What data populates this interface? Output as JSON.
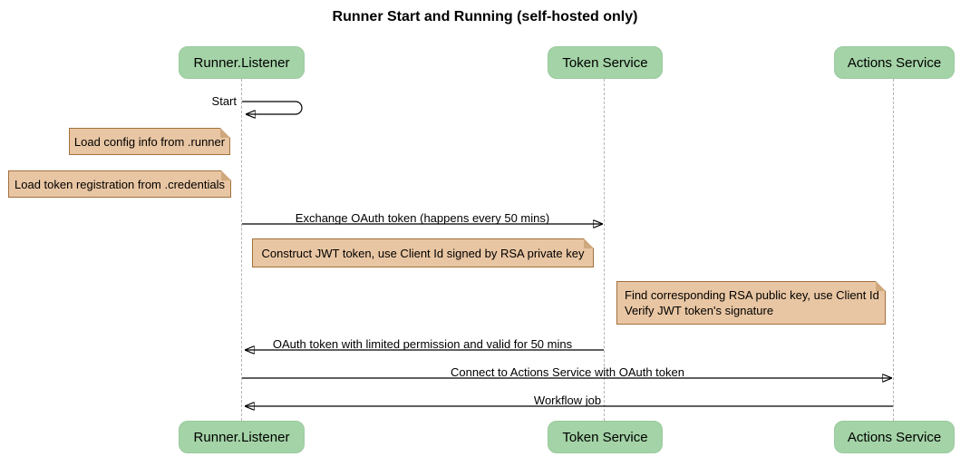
{
  "title": "Runner Start and Running (self-hosted only)",
  "participants": [
    {
      "name": "Runner.Listener"
    },
    {
      "name": "Token Service"
    },
    {
      "name": "Actions Service"
    }
  ],
  "messages": {
    "start": "Start",
    "exchange_token": "Exchange OAuth token (happens every 50 mins)",
    "oauth_token_return": "OAuth token with limited permission and valid for 50 mins",
    "connect_actions": "Connect to Actions Service with OAuth token",
    "workflow_job": "Workflow job"
  },
  "notes": {
    "load_config": "Load config info from .runner",
    "load_credentials": "Load token registration from .credentials",
    "construct_jwt": "Construct JWT token, use Client Id signed by RSA private key",
    "verify_jwt": {
      "line1": "Find corresponding RSA public key, use Client Id",
      "line2": "Verify JWT token's signature"
    }
  },
  "colors": {
    "participant_fill": "#a3d3a6",
    "note_fill": "#e9c6a3",
    "note_border": "#a2703e",
    "lifeline": "#b3b3b3",
    "arrow": "#000000",
    "background": "#ffffff"
  }
}
